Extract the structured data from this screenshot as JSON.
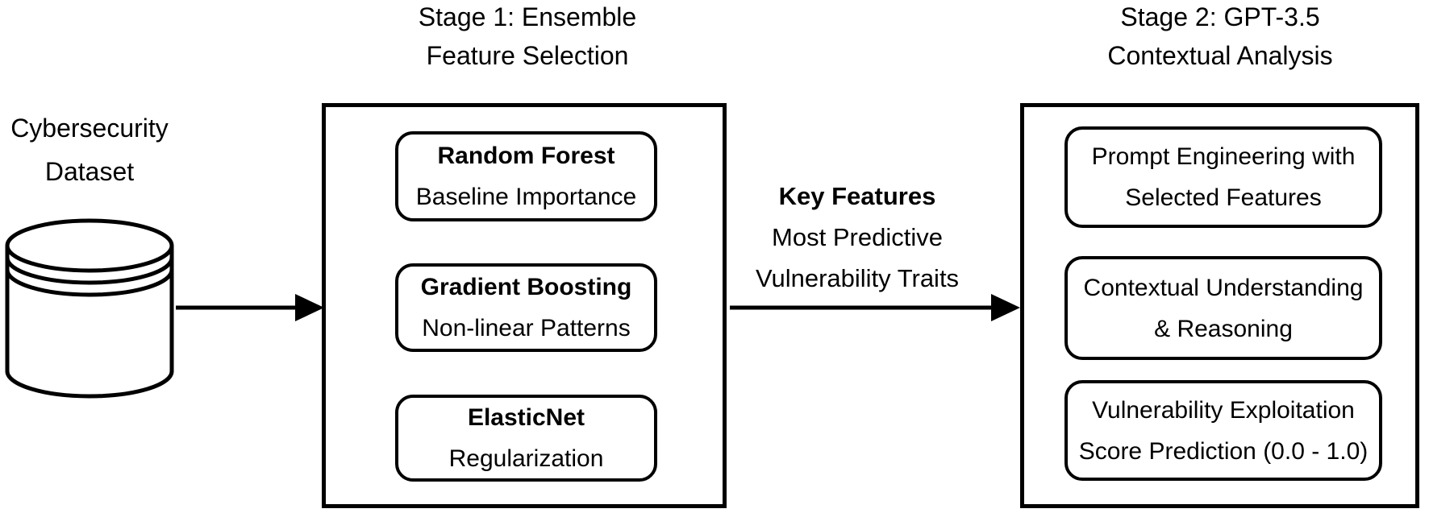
{
  "colors": {
    "ink": "#000000",
    "background": "#ffffff"
  },
  "dataset": {
    "icon": "database-cylinder-icon",
    "label": {
      "line1": "Cybersecurity",
      "line2": "Dataset"
    }
  },
  "stage1": {
    "title": {
      "line1": "Stage 1: Ensemble",
      "line2": "Feature Selection"
    },
    "nodes": [
      {
        "title": "Random Forest",
        "subtitle": "Baseline Importance"
      },
      {
        "title": "Gradient Boosting",
        "subtitle": "Non-linear Patterns"
      },
      {
        "title": "ElasticNet",
        "subtitle": "Regularization"
      }
    ]
  },
  "transfer": {
    "label": {
      "line1": "Key Features",
      "line2": "Most Predictive",
      "line3": "Vulnerability Traits"
    }
  },
  "stage2": {
    "title": {
      "line1": "Stage 2: GPT-3.5",
      "line2": "Contextual Analysis"
    },
    "nodes": [
      {
        "line1": "Prompt Engineering with",
        "line2": "Selected Features"
      },
      {
        "line1": "Contextual Understanding",
        "line2": "& Reasoning"
      },
      {
        "line1": "Vulnerability Exploitation",
        "line2": "Score Prediction (0.0 - 1.0)"
      }
    ]
  }
}
